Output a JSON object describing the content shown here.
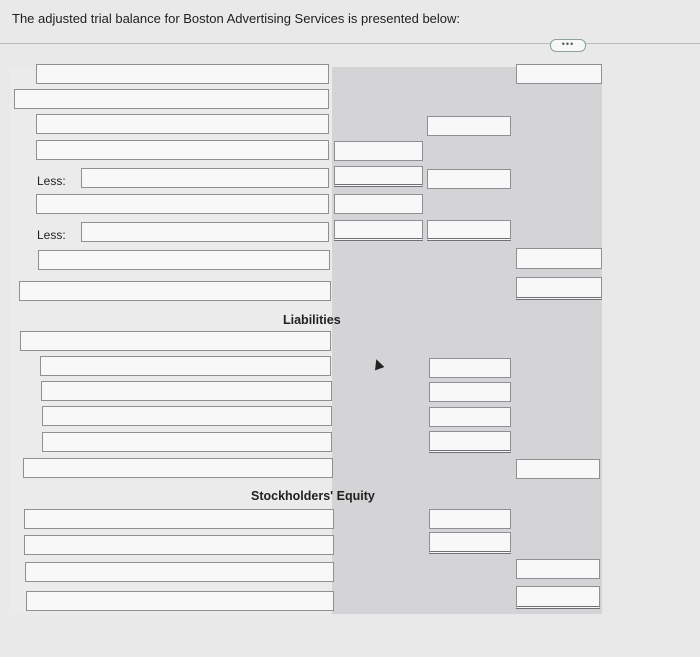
{
  "intro_text": "The adjusted trial balance for Boston Advertising Services is presented below:",
  "more_button": "•••",
  "labels": {
    "less_1": "Less:",
    "less_2": "Less:"
  },
  "headings": {
    "liabilities": "Liabilities",
    "equity": "Stockholders' Equity"
  },
  "fields": {
    "top_header": "",
    "r1": "",
    "r2": "",
    "r3": "",
    "less1_input": "",
    "r4": "",
    "less2_input": "",
    "r5": "",
    "r6": "",
    "liab_1": "",
    "liab_2": "",
    "liab_3": "",
    "liab_4": "",
    "liab_5": "",
    "liab_6": "",
    "eq_1": "",
    "eq_2": "",
    "eq_3": "",
    "eq_4": ""
  }
}
